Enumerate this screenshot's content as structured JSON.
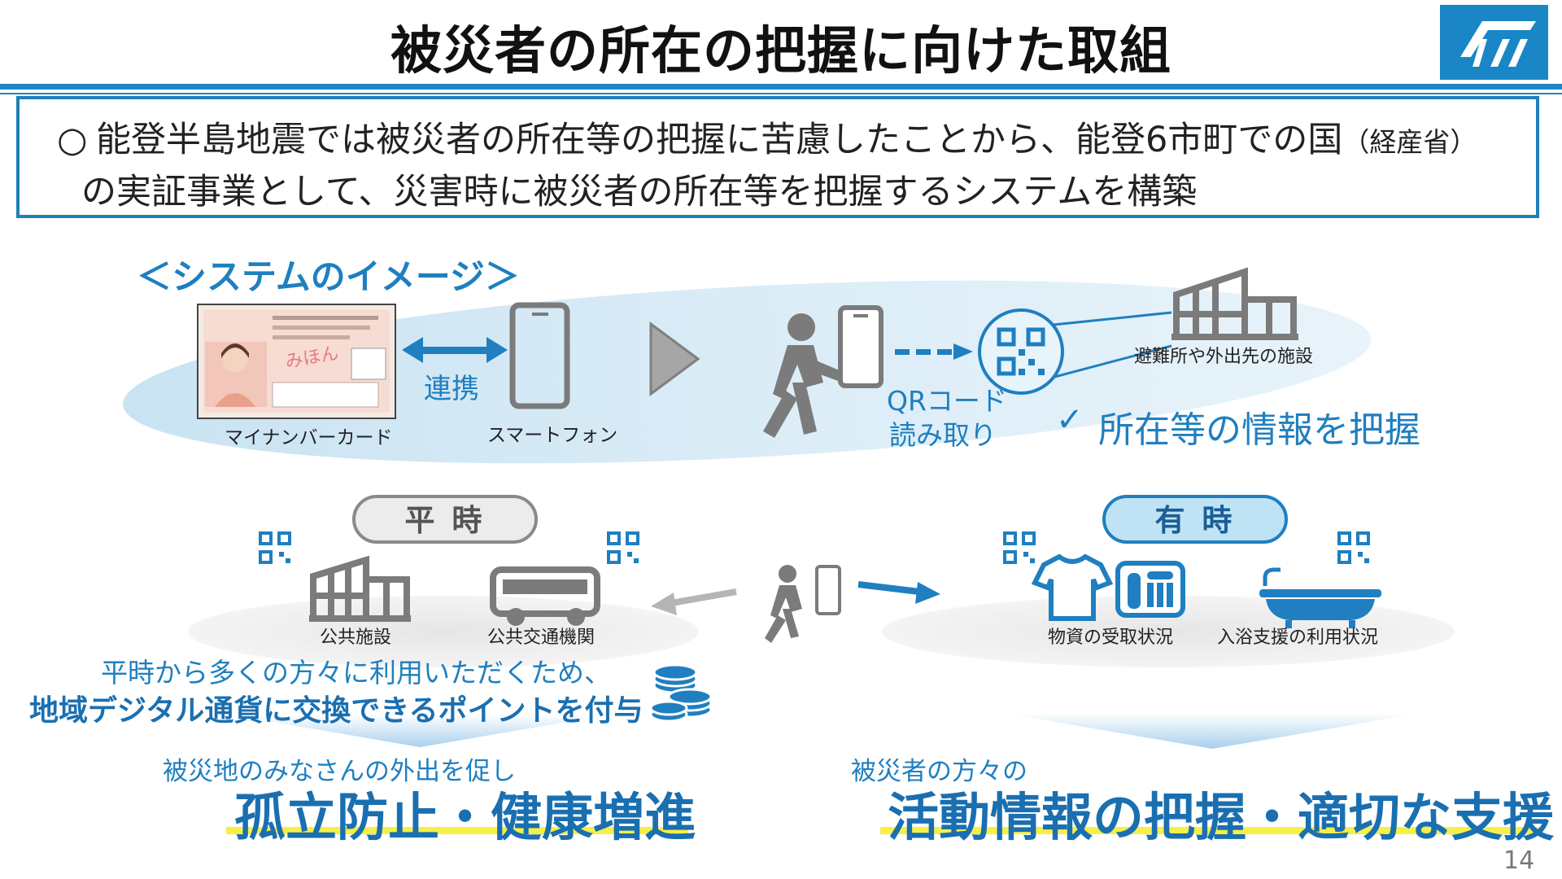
{
  "header": {
    "title": "被災者の所在の把握に向けた取組",
    "logo": "prefecture-emblem-icon"
  },
  "intro": {
    "bullet": "○",
    "line1": "能登半島地震では被災者の所在等の把握に苦慮したことから、能登6市町での国",
    "line1_note": "（経産省）",
    "line2": "の実証事業として、災害時に被災者の所在等を把握するシステムを構築"
  },
  "system": {
    "label": "＜システムのイメージ＞",
    "my_number_caption": "マイナンバーカード",
    "link_label": "連携",
    "smartphone_caption": "スマートフォン",
    "qr_line1": "QRコード",
    "qr_line2": "読み取り",
    "facility_caption": "避難所や外出先の施設",
    "check": "✓",
    "result": "所在等の情報を把握"
  },
  "normal": {
    "pill": "平 時",
    "facility_caption": "公共施設",
    "transport_caption": "公共交通機関"
  },
  "emergency": {
    "pill": "有 時",
    "supplies_caption": "物資の受取状況",
    "bath_caption": "入浴支援の利用状況"
  },
  "points": {
    "line1": "平時から多くの方々に利用いただくため、",
    "line2": "地域デジタル通貨に交換できるポイントを付与"
  },
  "outcome_left": {
    "lead": "被災地のみなさんの外出を促し",
    "main": "孤立防止・健康増進"
  },
  "outcome_right": {
    "lead": "被災者の方々の",
    "main": "活動情報の把握・適切な支援"
  },
  "page_number": "14",
  "colors": {
    "accent": "#1f86c2",
    "text_blue": "#1f7fc0",
    "icon_gray": "#7b7b7b",
    "highlight": "#f6ef46",
    "oval_fill": "#d7ebf6"
  }
}
